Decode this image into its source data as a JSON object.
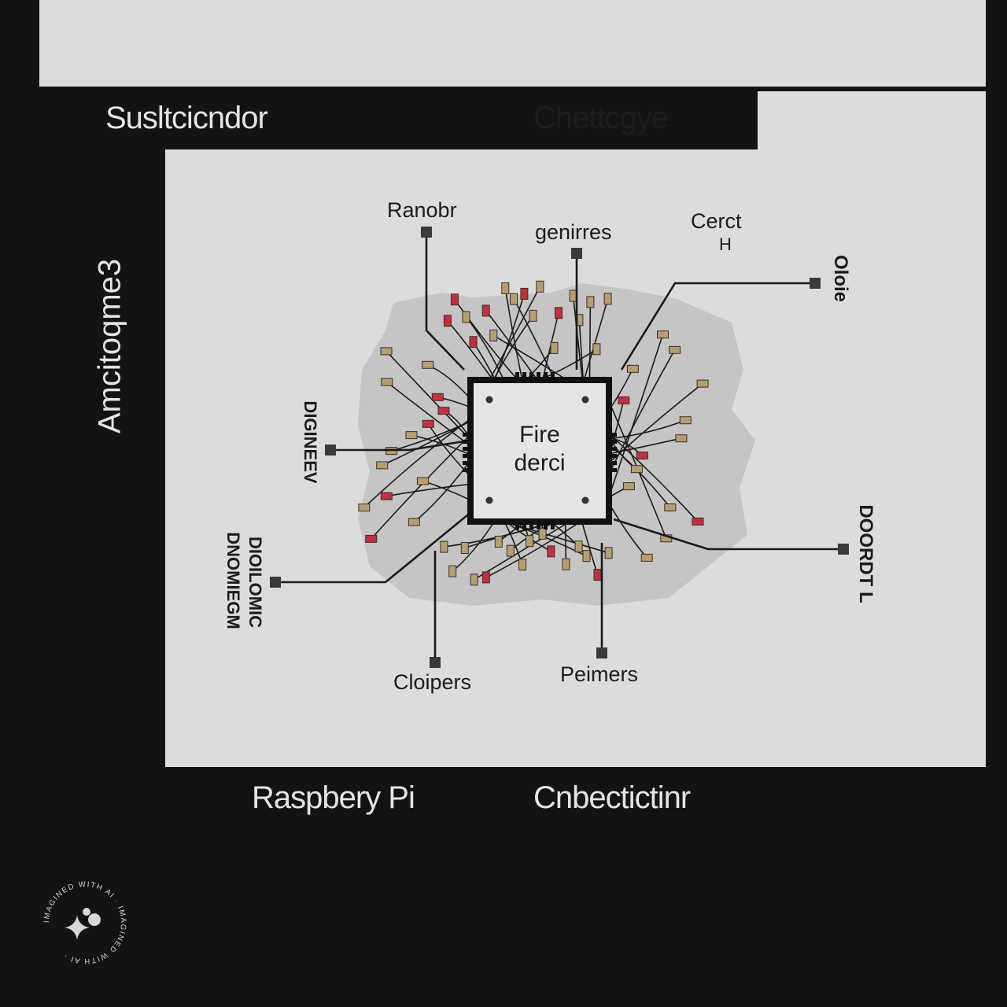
{
  "header": {
    "left_label": "Susltcicndor",
    "right_label": "Chettcgye"
  },
  "side_title": "Amcitoqme3",
  "footer": {
    "left_label": "Raspbery Pi",
    "right_label": "Cnbectictinr"
  },
  "diagram": {
    "chip": {
      "line1": "Fire",
      "line2": "derci"
    },
    "labels": {
      "top_left": "Ranobr",
      "top_center": "genirres",
      "top_right_1": "Cerct",
      "top_right_2": "H",
      "right_top": "Oloie",
      "left_mid": "DIGINEEV",
      "left_low_1": "DNOMIEGM",
      "left_low_2": "DIOILOMIC",
      "bottom_left": "Cloipers",
      "bottom_center": "Peimers",
      "right_low": "DOORDT L"
    }
  },
  "badge": {
    "text": "IMAGINED WITH AI · IMAGINED WITH AI ·"
  },
  "colors": {
    "background": "#141213",
    "panel": "#dcdcdc",
    "component_tan": "#b79e72",
    "component_red": "#c0303e",
    "wire": "#1a1a1a"
  }
}
